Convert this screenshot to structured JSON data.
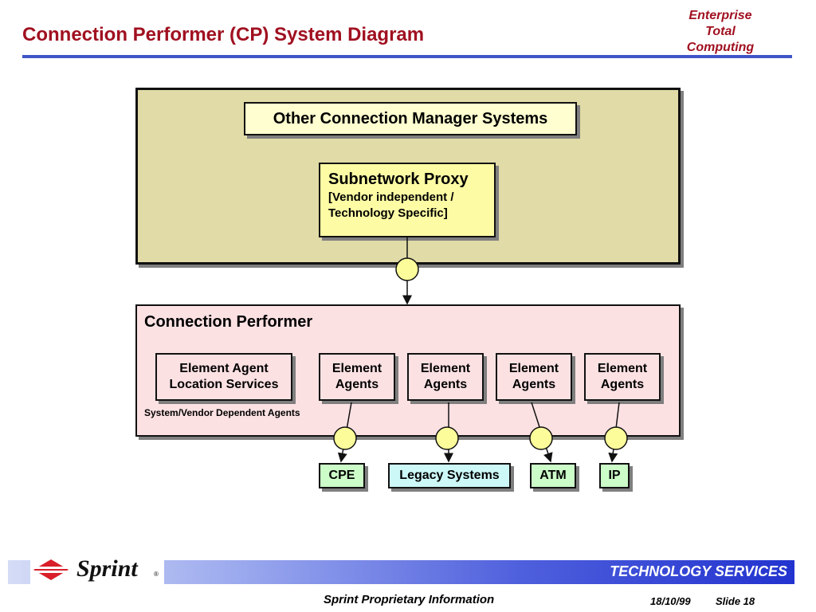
{
  "header": {
    "title": "Connection Performer (CP) System Diagram",
    "corner_line1": "Enterprise",
    "corner_line2": "Total",
    "corner_line3": "Computing"
  },
  "diagram": {
    "other_systems": "Other Connection Manager Systems",
    "proxy_title": "Subnetwork Proxy",
    "proxy_sub1": "[Vendor independent /",
    "proxy_sub2": "Technology Specific]",
    "cp_title": "Connection Performer",
    "agents": [
      {
        "line1": "Element Agent",
        "line2": "Location Services"
      },
      {
        "line1": "Element",
        "line2": "Agents"
      },
      {
        "line1": "Element",
        "line2": "Agents"
      },
      {
        "line1": "Element",
        "line2": "Agents"
      },
      {
        "line1": "Element",
        "line2": "Agents"
      }
    ],
    "system_label": "System/Vendor Dependent Agents",
    "targets": [
      "CPE",
      "Legacy Systems",
      "ATM",
      "IP"
    ]
  },
  "footer": {
    "band_text": "TECHNOLOGY SERVICES",
    "logo_text": "Sprint",
    "registered": "®",
    "note": "Sprint Proprietary Information",
    "date": "18/10/99",
    "slide": "Slide 18"
  },
  "colors": {
    "title_red": "#a01020",
    "rule_blue": "#3f55c8",
    "olive_panel": "#e0dba7",
    "pink_panel": "#fce1e3",
    "proxy_yellow": "#fdfca4",
    "cpe_green": "#ccfcc8",
    "legacy_cyan": "#cdf8f8",
    "logo_red": "#d81f2a"
  }
}
